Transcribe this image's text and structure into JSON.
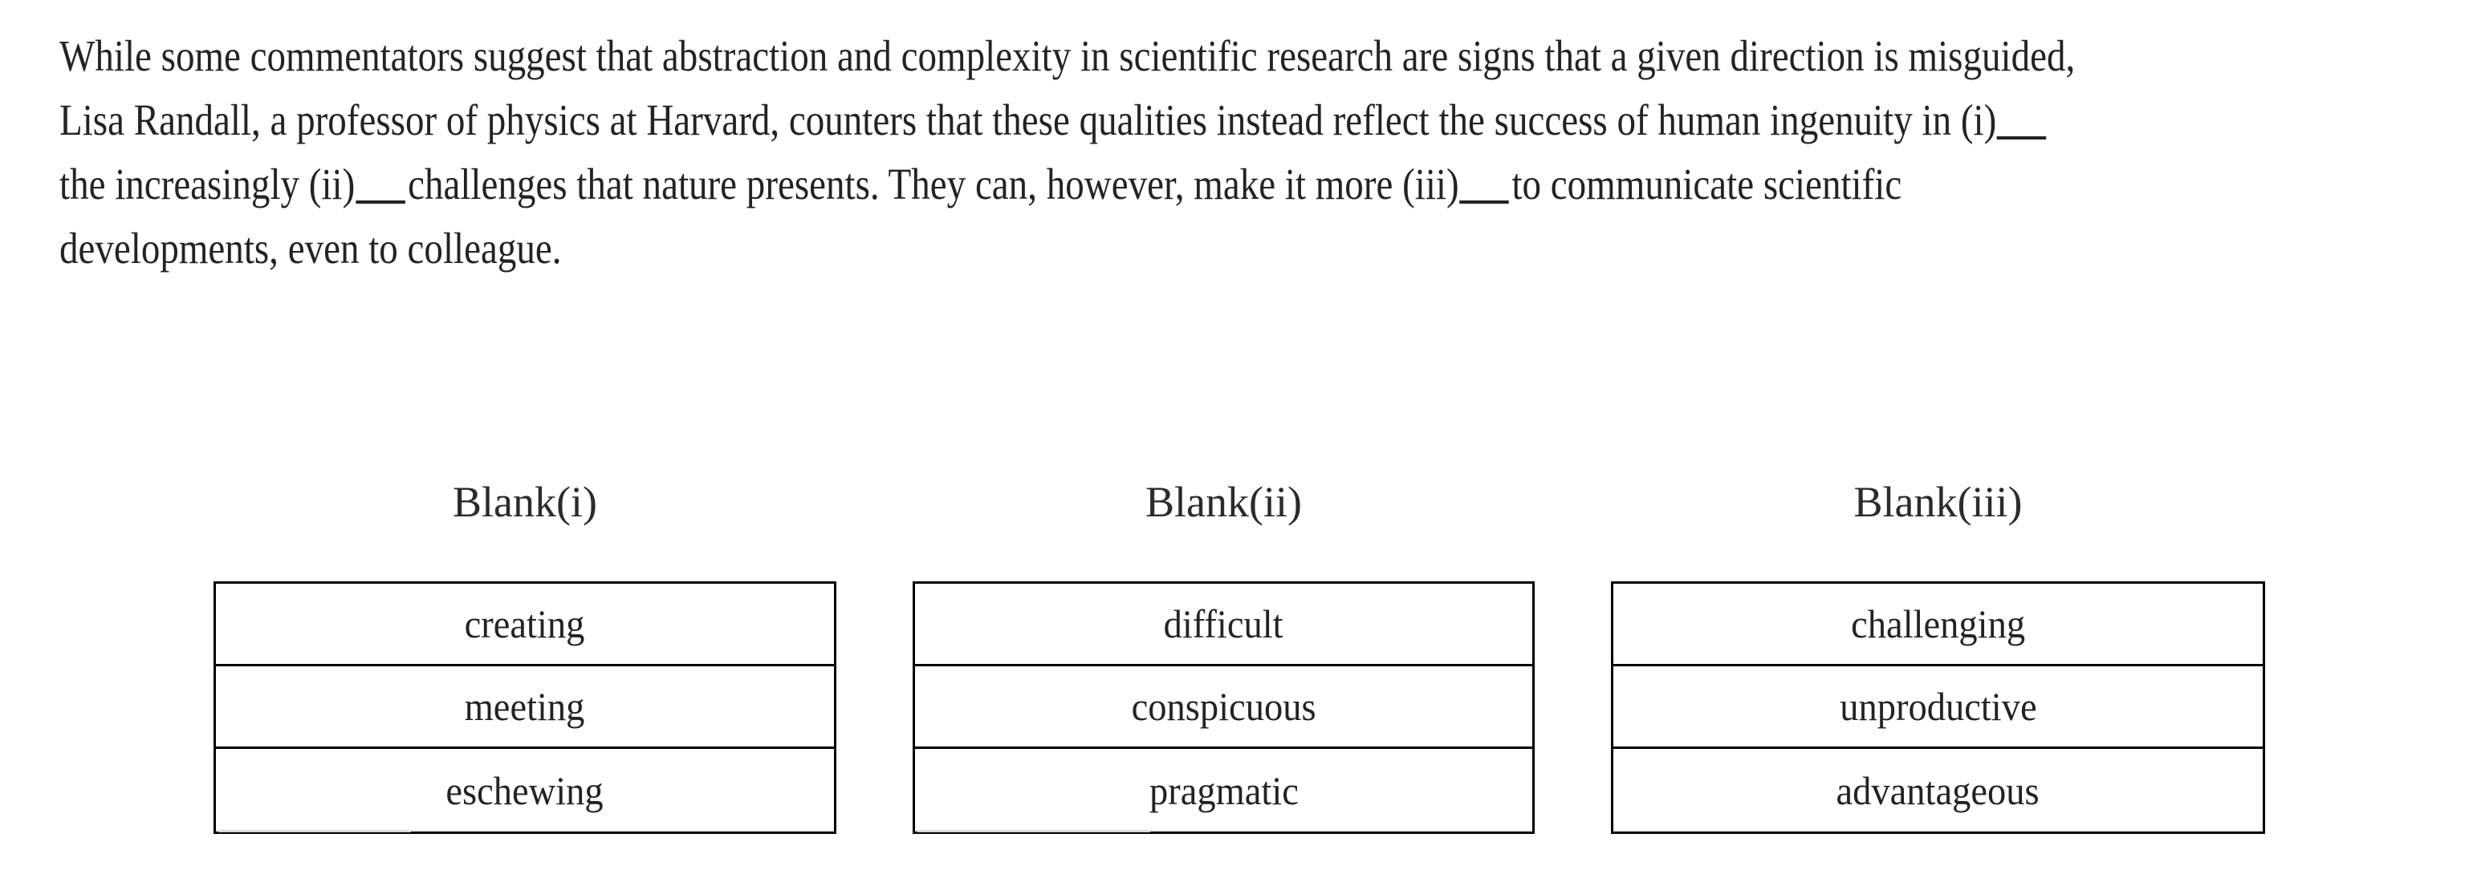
{
  "passage": {
    "lines": [
      "While some commentators suggest that abstraction and complexity in scientific research are signs that a given direction is misguided,",
      "Lisa Randall, a professor of physics at Harvard, counters that these qualities instead reflect the success of human ingenuity in (i)",
      "the increasingly (ii)",
      "challenges that nature presents. They can, however, make it more (iii)",
      "to communicate scientific",
      "developments, even to colleague."
    ],
    "full_text": "While some commentators suggest that abstraction and complexity in scientific research are signs that a given direction is misguided, Lisa Randall, a professor of physics at Harvard, counters that these qualities instead reflect the success of human ingenuity in (i)_____ the increasingly (ii)_____ challenges that nature presents. They can, however, make it more (iii)_____ to communicate scientific developments, even to colleague."
  },
  "columns": [
    {
      "header": "Blank(i)",
      "options": [
        "creating",
        "meeting",
        "eschewing"
      ]
    },
    {
      "header": "Blank(ii)",
      "options": [
        "difficult",
        "conspicuous",
        "pragmatic"
      ]
    },
    {
      "header": "Blank(iii)",
      "options": [
        "challenging",
        "unproductive",
        "advantageous"
      ]
    }
  ],
  "colors": {
    "background": "#ffffff",
    "text": "#232323",
    "border": "#000000",
    "shadow": "#d9d9d9"
  }
}
